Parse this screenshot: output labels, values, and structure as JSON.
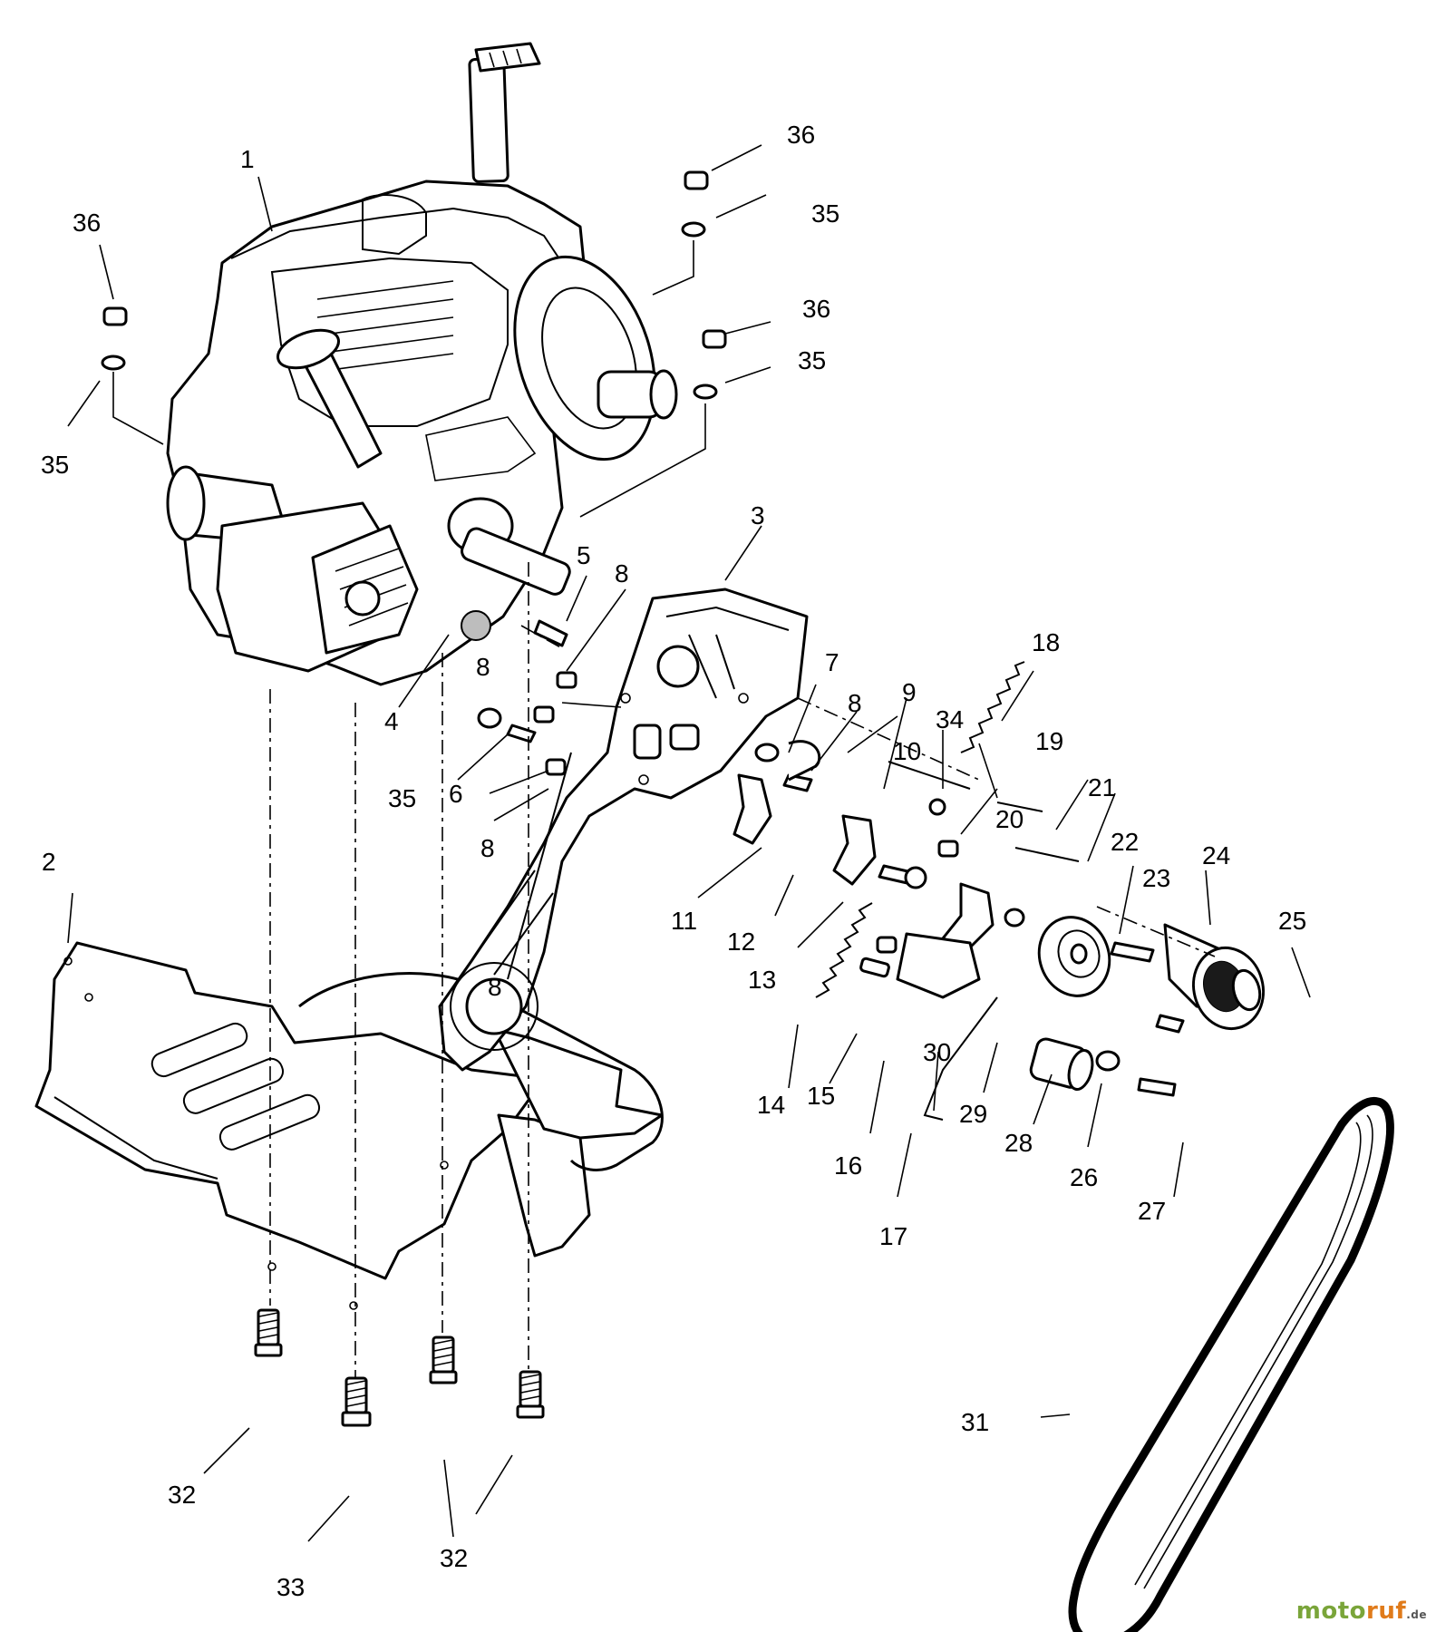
{
  "callouts": [
    "1",
    "2",
    "3",
    "4",
    "5",
    "6",
    "7",
    "8",
    "9",
    "10",
    "11",
    "12",
    "13",
    "14",
    "15",
    "16",
    "17",
    "18",
    "19",
    "20",
    "21",
    "22",
    "23",
    "24",
    "25",
    "26",
    "27",
    "28",
    "29",
    "30",
    "31",
    "32",
    "33",
    "34",
    "35",
    "36"
  ],
  "brand": {
    "part1": "moto",
    "part2": "ruf",
    "suffix": ".de"
  },
  "icons": [
    "engine-icon",
    "heat-shield-icon",
    "frame-plate-icon",
    "bolt-icon",
    "nut-icon",
    "washer-icon",
    "spring-icon",
    "pulley-icon",
    "belt-icon",
    "bracket-icon"
  ],
  "colors": {
    "line": "#000000",
    "background": "#ffffff",
    "brand_green": "#7aa53a",
    "brand_orange": "#e07b1b"
  }
}
